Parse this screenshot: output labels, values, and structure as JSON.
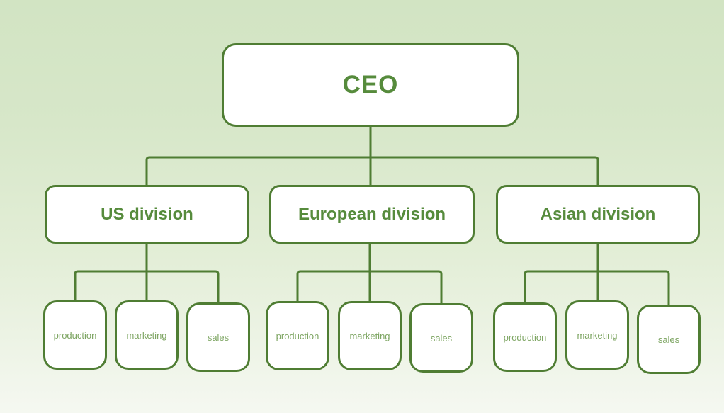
{
  "org": {
    "root": {
      "label": "CEO"
    },
    "divisions": [
      {
        "label": "US division",
        "children": [
          {
            "label": "production"
          },
          {
            "label": "marketing"
          },
          {
            "label": "sales"
          }
        ]
      },
      {
        "label": "European division",
        "children": [
          {
            "label": "production"
          },
          {
            "label": "marketing"
          },
          {
            "label": "sales"
          }
        ]
      },
      {
        "label": "Asian division",
        "children": [
          {
            "label": "production"
          },
          {
            "label": "marketing"
          },
          {
            "label": "sales"
          }
        ]
      }
    ]
  },
  "colors": {
    "line": "#4f7d33",
    "node_border": "#4f7d33",
    "node_fill": "#ffffff",
    "heading_text": "#568b3c",
    "leaf_text": "#7da562",
    "background_top": "#d2e4c3",
    "background_bottom": "#f5f8f1"
  }
}
